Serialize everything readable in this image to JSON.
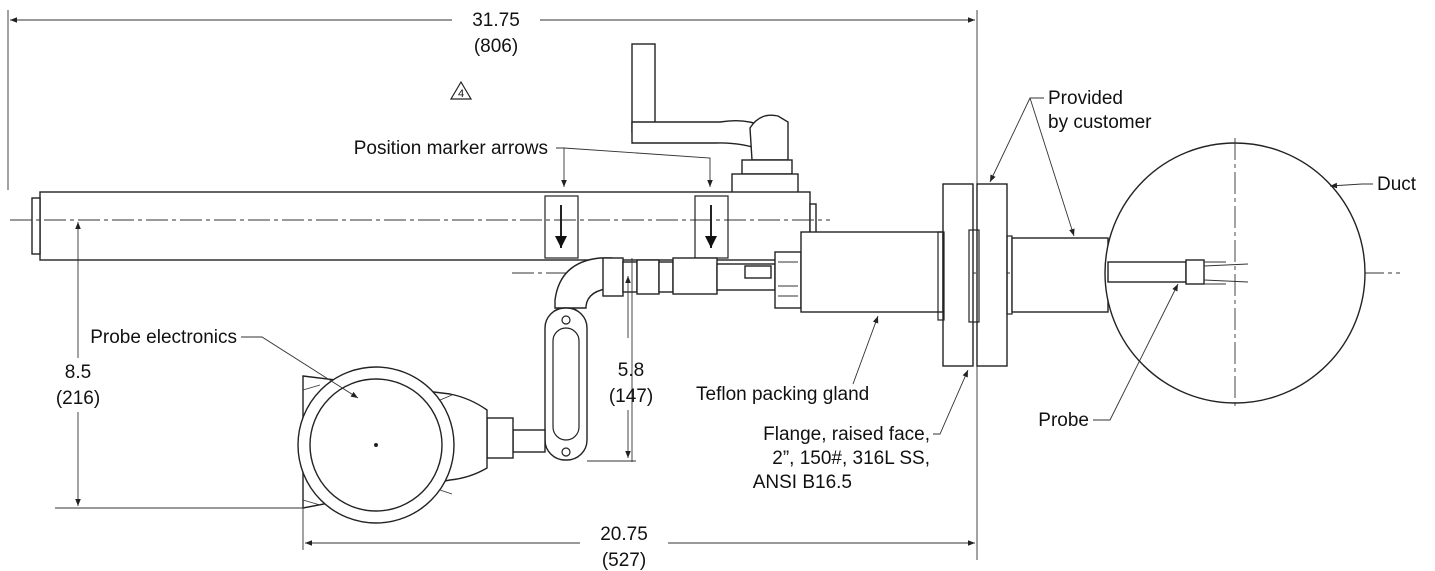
{
  "dimensions": {
    "overall_length": {
      "value": "31.75",
      "metric": "(806)"
    },
    "bottom_length": {
      "value": "20.75",
      "metric": "(527)"
    },
    "left_height": {
      "value": "8.5",
      "metric": "(216)"
    },
    "mid_height": {
      "value": "5.8",
      "metric": "(147)"
    }
  },
  "callouts": {
    "note_number": "4",
    "position_marker": "Position marker arrows",
    "provided_line1": "Provided",
    "provided_line2": "by customer",
    "duct": "Duct",
    "probe_electronics": "Probe electronics",
    "teflon": "Teflon packing gland",
    "flange_line1": "Flange, raised face,",
    "flange_line2": "2”, 150#, 316L SS,",
    "flange_line3": "ANSI B16.5",
    "probe": "Probe"
  },
  "colors": {
    "line": "#222222",
    "background": "#ffffff"
  }
}
